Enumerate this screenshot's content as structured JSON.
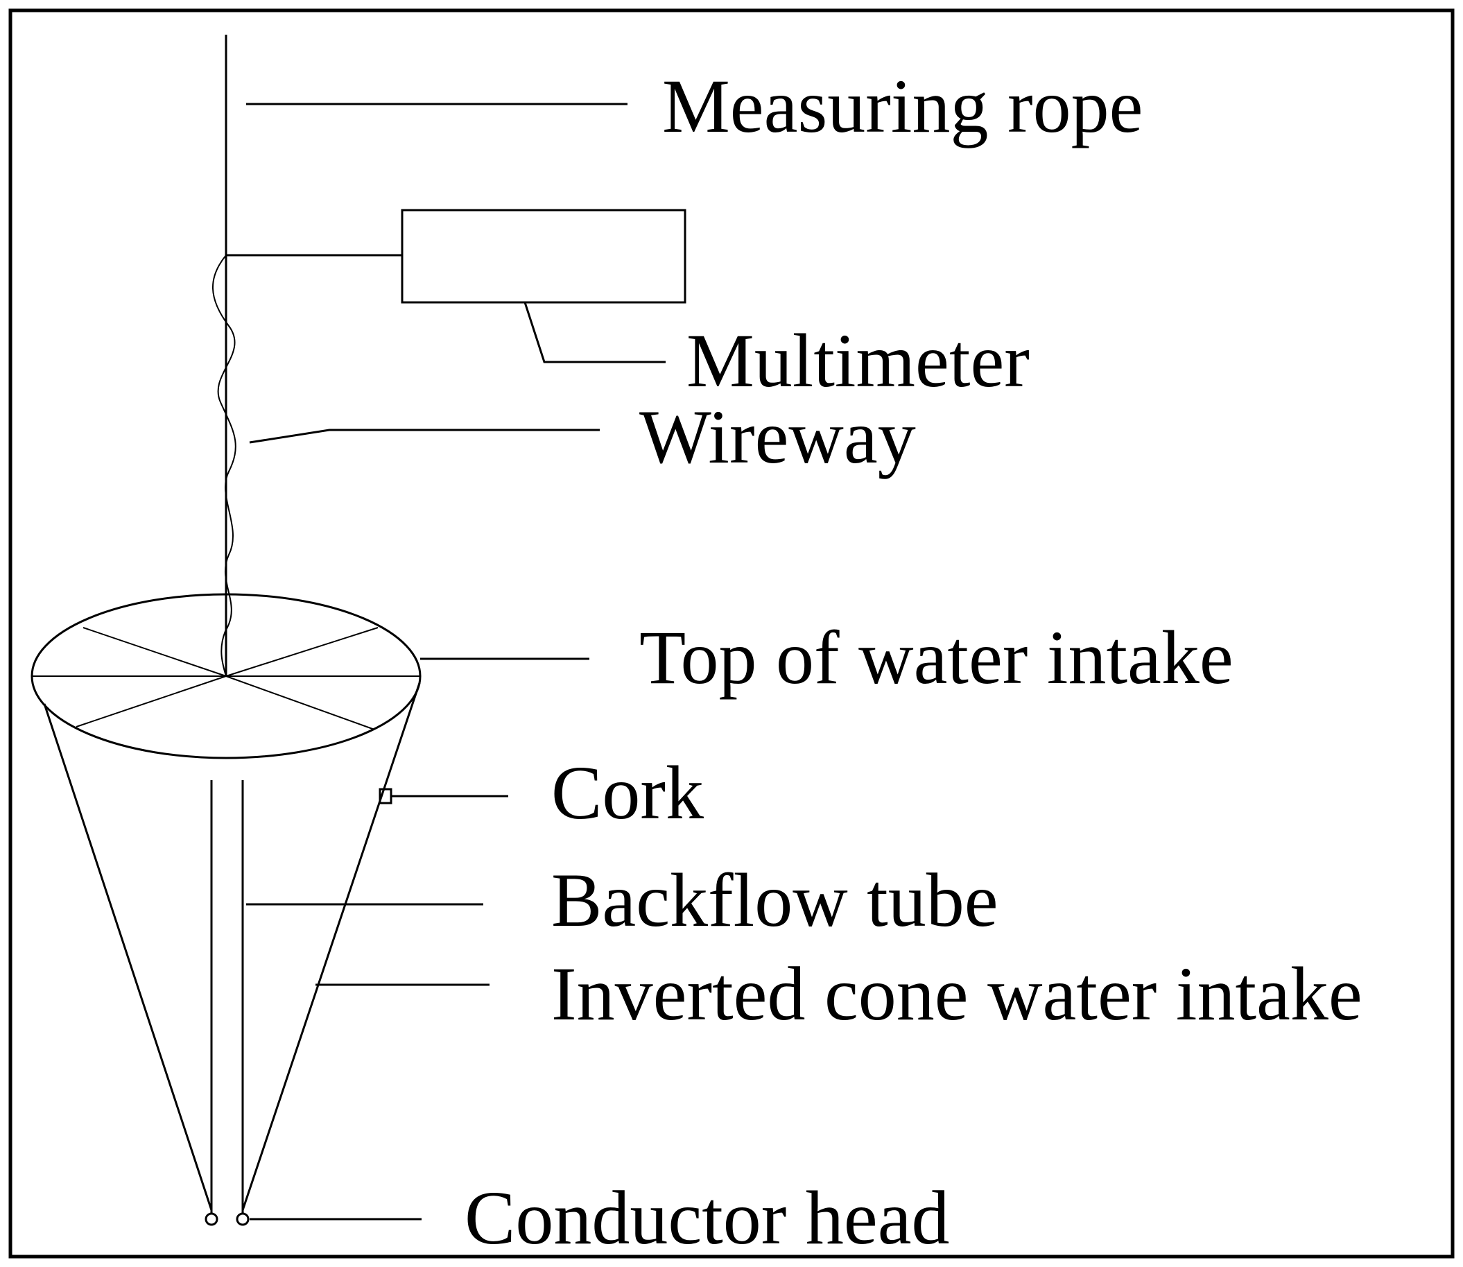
{
  "diagram": {
    "labels": {
      "measuring_rope": "Measuring rope",
      "multimeter": "Multimeter",
      "wireway": "Wireway",
      "top_of_water_intake": "Top of water intake",
      "cork": "Cork",
      "backflow_tube": "Backflow tube",
      "inverted_cone_water_intake": "Inverted cone water intake",
      "conductor_head": "Conductor head"
    },
    "colors": {
      "line": "#000000",
      "background": "#ffffff"
    }
  }
}
